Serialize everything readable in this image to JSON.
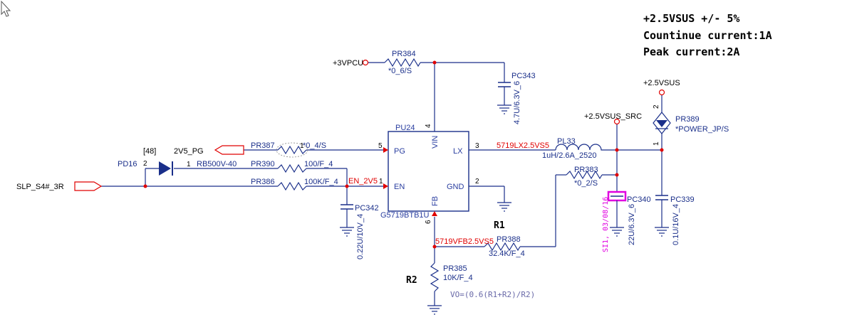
{
  "spec": {
    "line1": "+2.5VSUS  +/- 5%",
    "line2": "Countinue current:1A",
    "line3": "Peak current:2A"
  },
  "chip": {
    "ref": "PU24",
    "part": "G5719BTB1U",
    "pins": {
      "pg": "PG",
      "en": "EN",
      "vin": "VIN",
      "fb": "FB",
      "lx": "LX",
      "gnd": "GND",
      "pg_num": "5",
      "en_num": "1",
      "vin_num": "4",
      "fb_num": "6",
      "lx_num": "3",
      "gnd_num": "2"
    }
  },
  "nets": {
    "v3pcu": "+3VPCU",
    "v25sus": "+2.5VSUS",
    "v25sus_src": "+2.5VSUS_SRC",
    "pg": "2V5_PG",
    "pg_ref": "[48]",
    "slp": "SLP_S4#_3R",
    "en": "EN_2V5",
    "lx": "5719LX2.5VS5",
    "fb": "5719VFB2.5VS5"
  },
  "components": {
    "pr384": {
      "ref": "PR384",
      "value": "*0_6/S"
    },
    "pc343": {
      "ref": "PC343",
      "value": "4.7U/6.3V_6"
    },
    "pr387": {
      "ref": "PR387",
      "value": "*0_4/S",
      "pin": "1"
    },
    "pr390": {
      "ref": "PR390",
      "value": "100/F_4",
      "pin": "1"
    },
    "pr386": {
      "ref": "PR386",
      "value": "100K/F_4"
    },
    "pd16": {
      "ref": "PD16",
      "value": "RB500V-40",
      "pin_a": "2",
      "pin_k": "1"
    },
    "pc342": {
      "ref": "PC342",
      "value": "0.22U/10V_4"
    },
    "pl33": {
      "ref": "PL33",
      "value": "1uH/2.6A_2520"
    },
    "pr383": {
      "ref": "PR383",
      "value": "*0_2/S"
    },
    "pc340": {
      "ref": "PC340",
      "value": "22U/6.3V_6"
    },
    "pc339": {
      "ref": "PC339",
      "value": "0.1U/16V_4"
    },
    "pr389": {
      "ref": "PR389",
      "value": "*POWER_JP/S",
      "pin_top": "2",
      "pin_bot": "1"
    },
    "pr388": {
      "ref": "PR388",
      "value": "32.4K/F_4"
    },
    "pr385": {
      "ref": "PR385",
      "value": "10K/F_4"
    }
  },
  "annotations": {
    "r1": "R1",
    "r2": "R2",
    "formula": "VO=(0.6(R1+R2)/R2)",
    "note": "SI1, 03/08/16"
  },
  "colors": {
    "wire": "#1a2f8a",
    "junction": "#e00000",
    "red_label": "#e00000",
    "highlight": "#e000e0"
  }
}
